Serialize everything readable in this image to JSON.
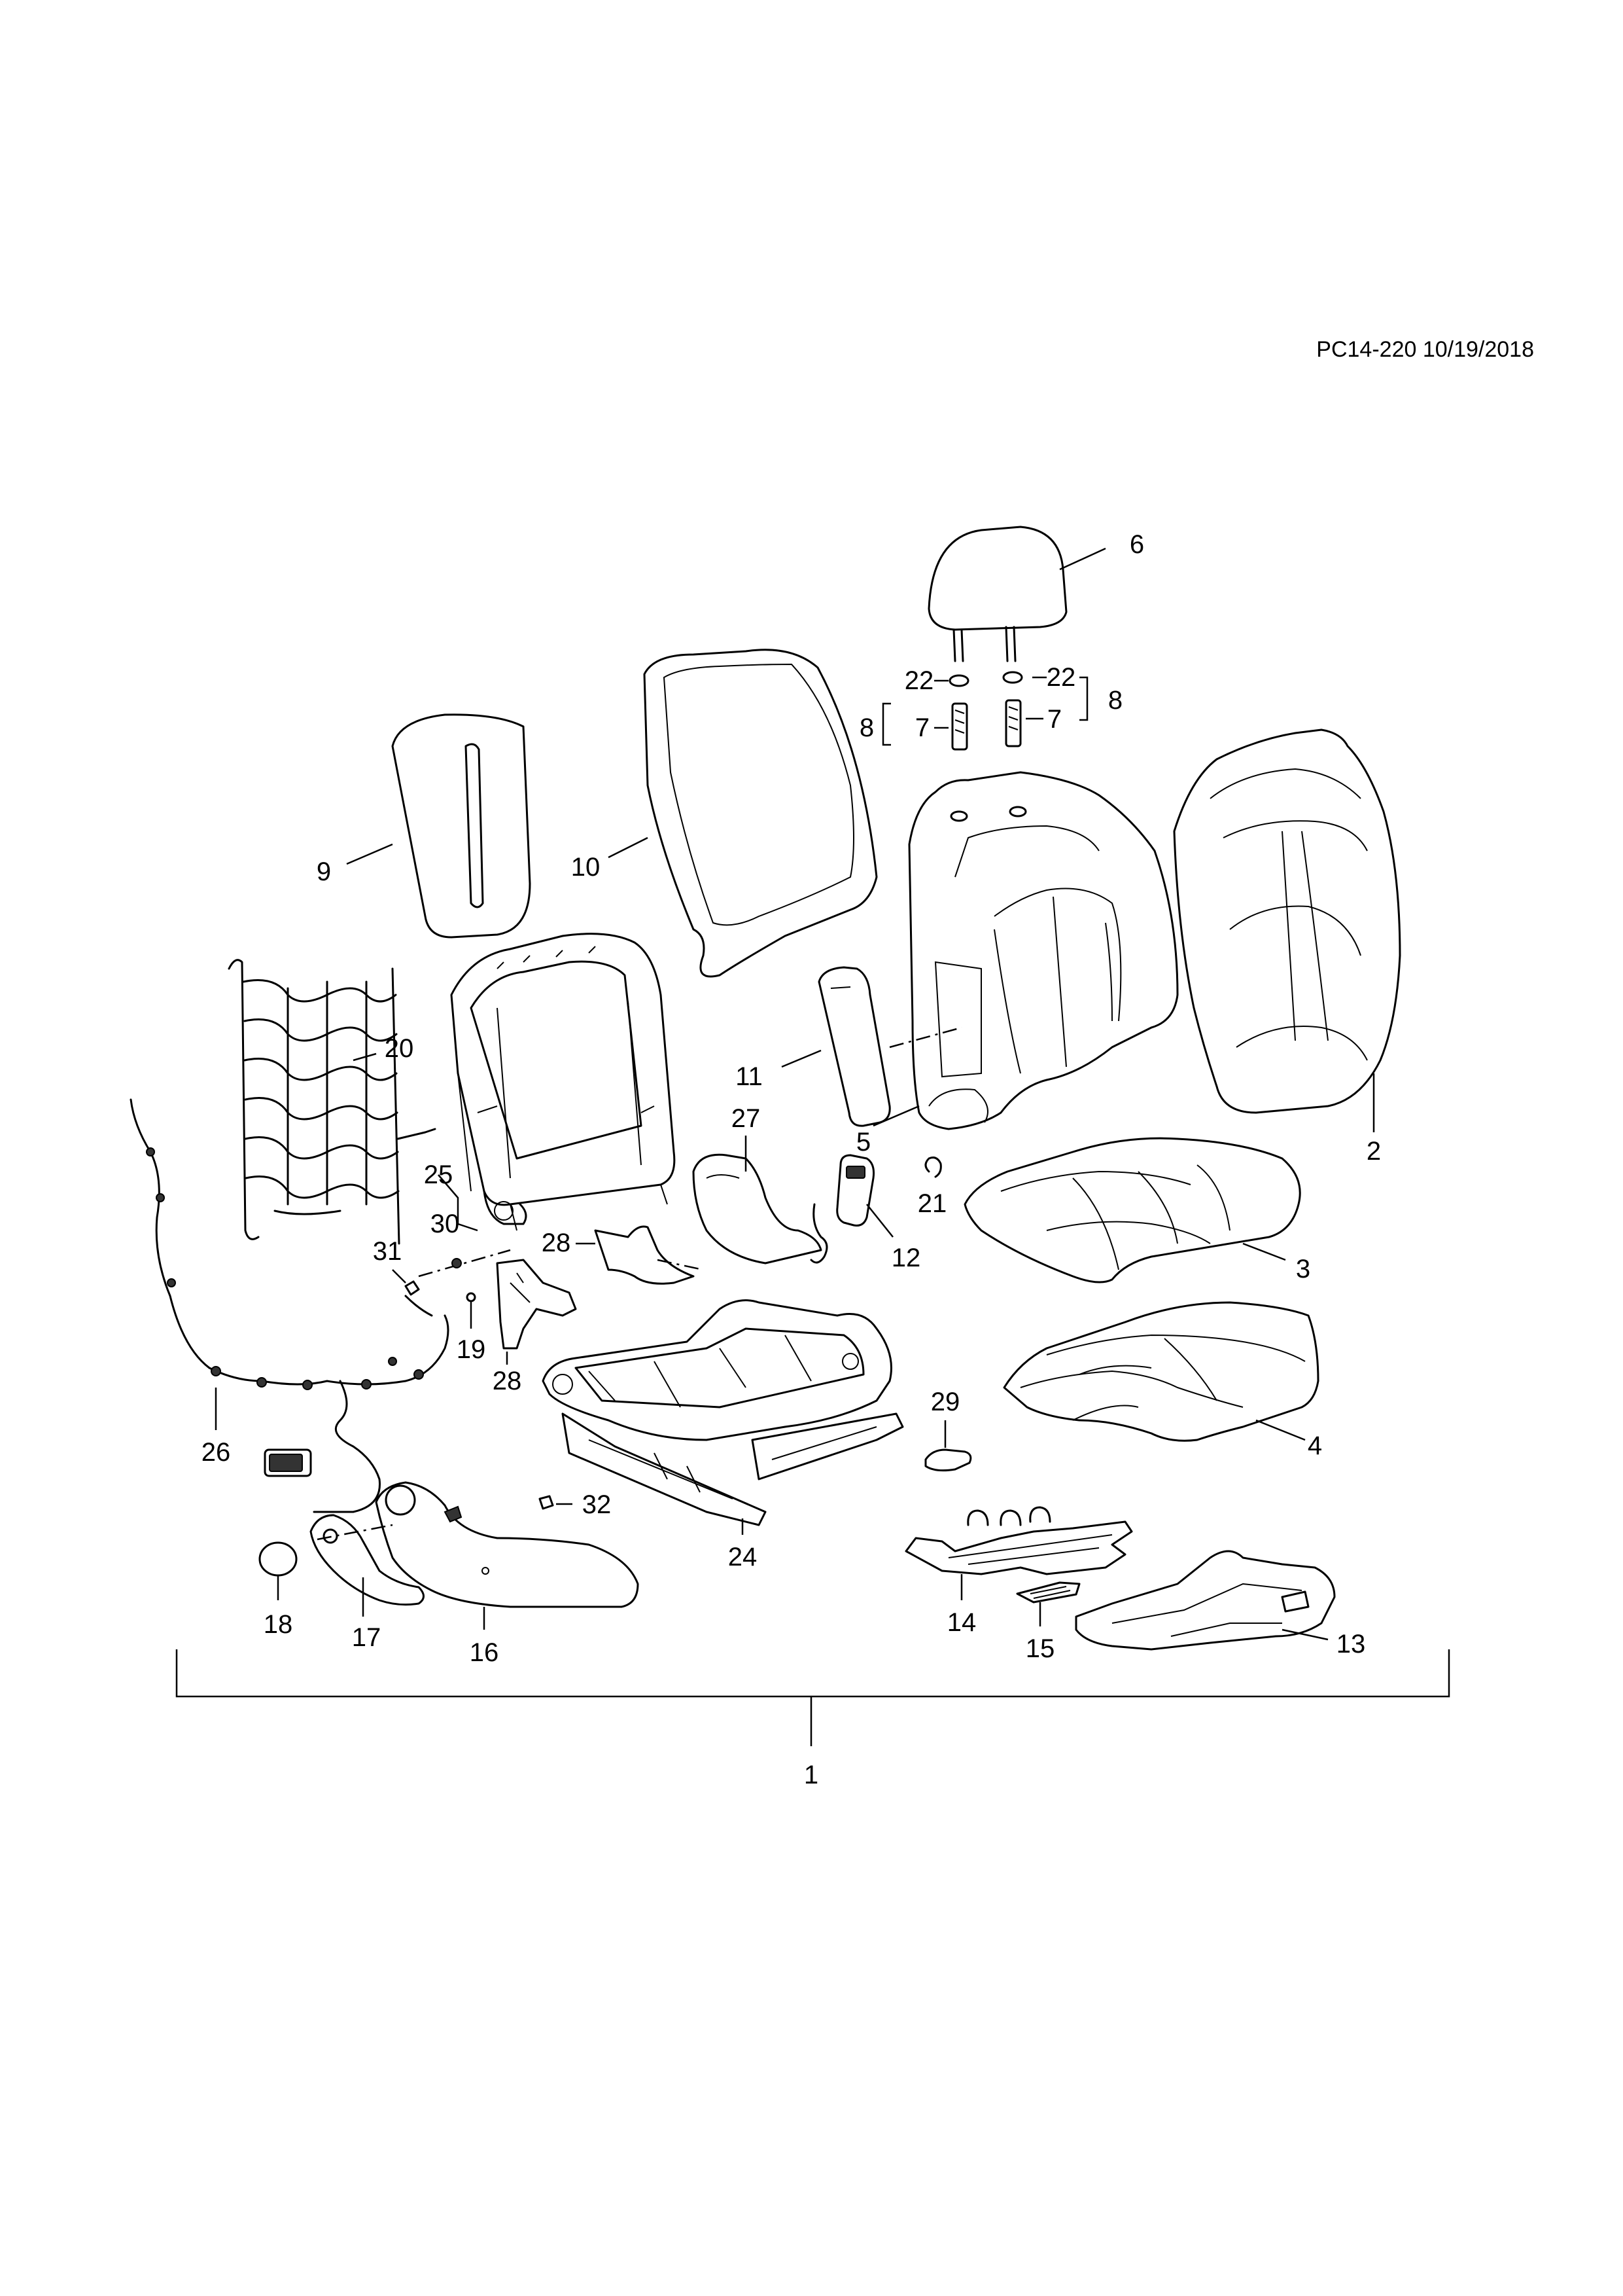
{
  "header": {
    "reference": "PC14-220 10/19/2018"
  },
  "callouts": {
    "c1": "1",
    "c2": "2",
    "c3": "3",
    "c4": "4",
    "c5": "5",
    "c6": "6",
    "c7": "7",
    "c8": "8",
    "c9": "9",
    "c10": "10",
    "c11": "11",
    "c12": "12",
    "c13": "13",
    "c14": "14",
    "c15": "15",
    "c16": "16",
    "c17": "17",
    "c18": "18",
    "c19": "19",
    "c20": "20",
    "c21": "21",
    "c22": "22",
    "c24": "24",
    "c25": "25",
    "c26": "26",
    "c27": "27",
    "c28": "28",
    "c29": "29",
    "c30": "30",
    "c31": "31",
    "c32": "32"
  }
}
